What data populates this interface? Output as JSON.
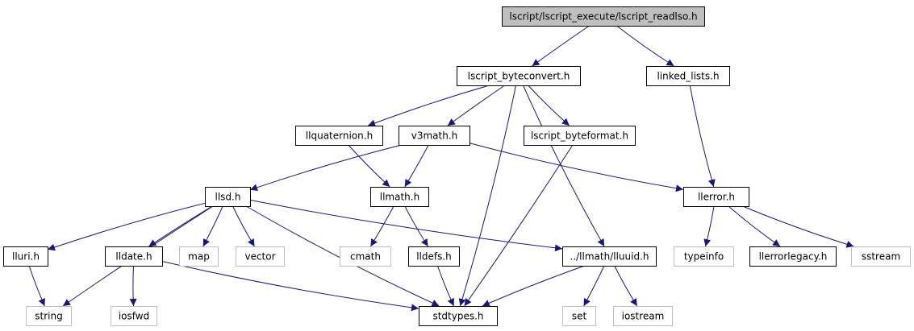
{
  "graph": {
    "colors": {
      "background": "#ffffff",
      "root_fill": "#bfbfbf",
      "node_border": "#000000",
      "system_border": "#bfbfbf",
      "edge": "#191970",
      "text": "#000000"
    },
    "nodes": {
      "root": {
        "label": "lscript/lscript_execute/lscript_readlso.h",
        "kind": "root"
      },
      "byteconvert": {
        "label": "lscript_byteconvert.h",
        "kind": "project"
      },
      "linked_lists": {
        "label": "linked_lists.h",
        "kind": "project"
      },
      "llquaternion": {
        "label": "llquaternion.h",
        "kind": "project"
      },
      "v3math": {
        "label": "v3math.h",
        "kind": "project"
      },
      "byteformat": {
        "label": "lscript_byteformat.h",
        "kind": "project"
      },
      "llsd": {
        "label": "llsd.h",
        "kind": "project"
      },
      "llmath": {
        "label": "llmath.h",
        "kind": "project"
      },
      "llerror": {
        "label": "llerror.h",
        "kind": "project"
      },
      "lluri": {
        "label": "lluri.h",
        "kind": "project"
      },
      "lldate": {
        "label": "lldate.h",
        "kind": "project"
      },
      "map": {
        "label": "map",
        "kind": "system"
      },
      "vector": {
        "label": "vector",
        "kind": "system"
      },
      "cmath": {
        "label": "cmath",
        "kind": "system"
      },
      "lldefs": {
        "label": "lldefs.h",
        "kind": "project"
      },
      "lluuid": {
        "label": "../llmath/lluuid.h",
        "kind": "project"
      },
      "typeinfo": {
        "label": "typeinfo",
        "kind": "system"
      },
      "llerrorlegacy": {
        "label": "llerrorlegacy.h",
        "kind": "project"
      },
      "sstream": {
        "label": "sstream",
        "kind": "system"
      },
      "string": {
        "label": "string",
        "kind": "system"
      },
      "iosfwd": {
        "label": "iosfwd",
        "kind": "system"
      },
      "stdtypes": {
        "label": "stdtypes.h",
        "kind": "project"
      },
      "set": {
        "label": "set",
        "kind": "system"
      },
      "iostream": {
        "label": "iostream",
        "kind": "system"
      }
    },
    "edges": [
      [
        "root",
        "byteconvert"
      ],
      [
        "root",
        "linked_lists"
      ],
      [
        "byteconvert",
        "llquaternion"
      ],
      [
        "byteconvert",
        "v3math"
      ],
      [
        "byteconvert",
        "byteformat"
      ],
      [
        "byteconvert",
        "stdtypes"
      ],
      [
        "byteconvert",
        "lluuid"
      ],
      [
        "linked_lists",
        "llerror"
      ],
      [
        "llquaternion",
        "llmath"
      ],
      [
        "v3math",
        "llmath"
      ],
      [
        "v3math",
        "llsd"
      ],
      [
        "v3math",
        "llerror"
      ],
      [
        "byteformat",
        "stdtypes"
      ],
      [
        "llsd",
        "lluri"
      ],
      [
        "llsd",
        "string"
      ],
      [
        "llsd",
        "lldate"
      ],
      [
        "llsd",
        "map"
      ],
      [
        "llsd",
        "vector"
      ],
      [
        "llsd",
        "stdtypes"
      ],
      [
        "llsd",
        "lluuid"
      ],
      [
        "llmath",
        "cmath"
      ],
      [
        "llmath",
        "lldefs"
      ],
      [
        "llerror",
        "typeinfo"
      ],
      [
        "llerror",
        "llerrorlegacy"
      ],
      [
        "llerror",
        "sstream"
      ],
      [
        "lluri",
        "string"
      ],
      [
        "lldate",
        "iosfwd"
      ],
      [
        "lldate",
        "stdtypes"
      ],
      [
        "lldefs",
        "stdtypes"
      ],
      [
        "lluuid",
        "stdtypes"
      ],
      [
        "lluuid",
        "set"
      ],
      [
        "lluuid",
        "iostream"
      ]
    ]
  }
}
